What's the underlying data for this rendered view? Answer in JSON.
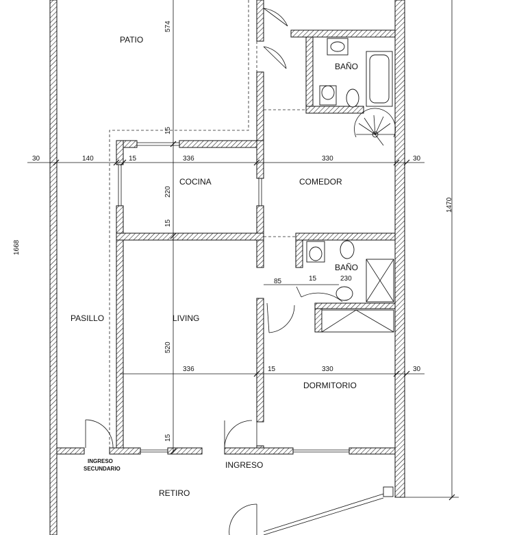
{
  "rooms": {
    "patio": "PATIO",
    "bano_top": "BAÑO",
    "cocina": "COCINA",
    "comedor": "COMEDOR",
    "bano_mid": "BAÑO",
    "pasillo": "PASILLO",
    "living": "LIVING",
    "dormitorio": "DORMITORIO",
    "ingreso": "INGRESO",
    "ingreso_sec_1": "INGRESO",
    "ingreso_sec_2": "SECUNDARIO",
    "retiro": "RETIRO"
  },
  "dims": {
    "d574": "574",
    "d15a": "15",
    "d30a": "30",
    "d140": "140",
    "d15b": "15",
    "d336a": "336",
    "d330a": "330",
    "d30b": "30",
    "d220": "220",
    "d15c": "15",
    "d1470": "1470",
    "d1668": "1668",
    "d85": "85",
    "d15d": "15",
    "d230": "230",
    "d520": "520",
    "d336b": "336",
    "d15e": "15",
    "d330b": "330",
    "d30c": "30",
    "d15f": "15"
  }
}
